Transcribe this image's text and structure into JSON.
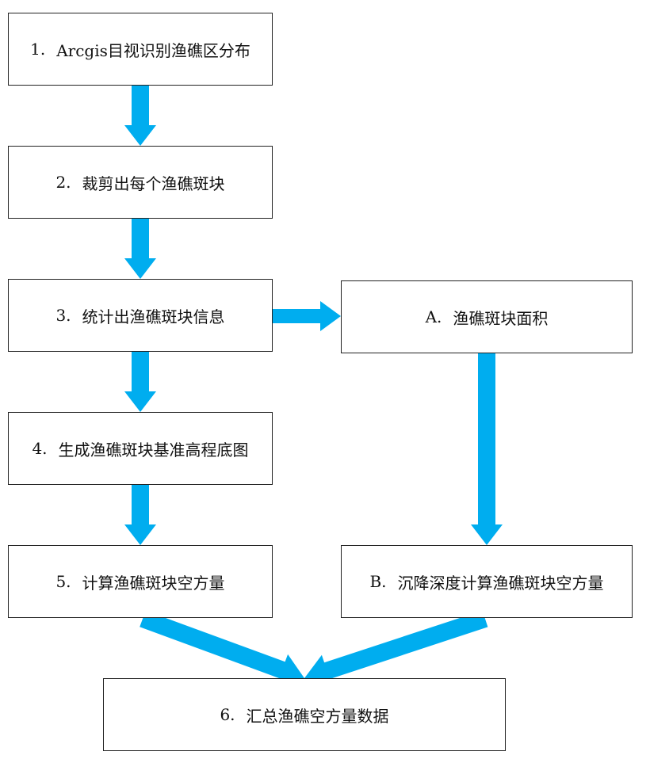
{
  "diagram": {
    "arrow_color": "#00adef",
    "steps": [
      {
        "id": "s1",
        "num": "1.",
        "text": "Arcgis目视识别渔礁区分布"
      },
      {
        "id": "s2",
        "num": "2.",
        "text": "裁剪出每个渔礁斑块"
      },
      {
        "id": "s3",
        "num": "3.",
        "text": "统计出渔礁斑块信息"
      },
      {
        "id": "s4",
        "num": "4.",
        "text": "生成渔礁斑块基准高程底图"
      },
      {
        "id": "s5",
        "num": "5.",
        "text": "计算渔礁斑块空方量"
      },
      {
        "id": "sA",
        "num": "A.",
        "text": "渔礁斑块面积"
      },
      {
        "id": "sB",
        "num": "B.",
        "text": "沉降深度计算渔礁斑块空方量"
      },
      {
        "id": "s6",
        "num": "6.",
        "text": "汇总渔礁空方量数据"
      }
    ]
  }
}
